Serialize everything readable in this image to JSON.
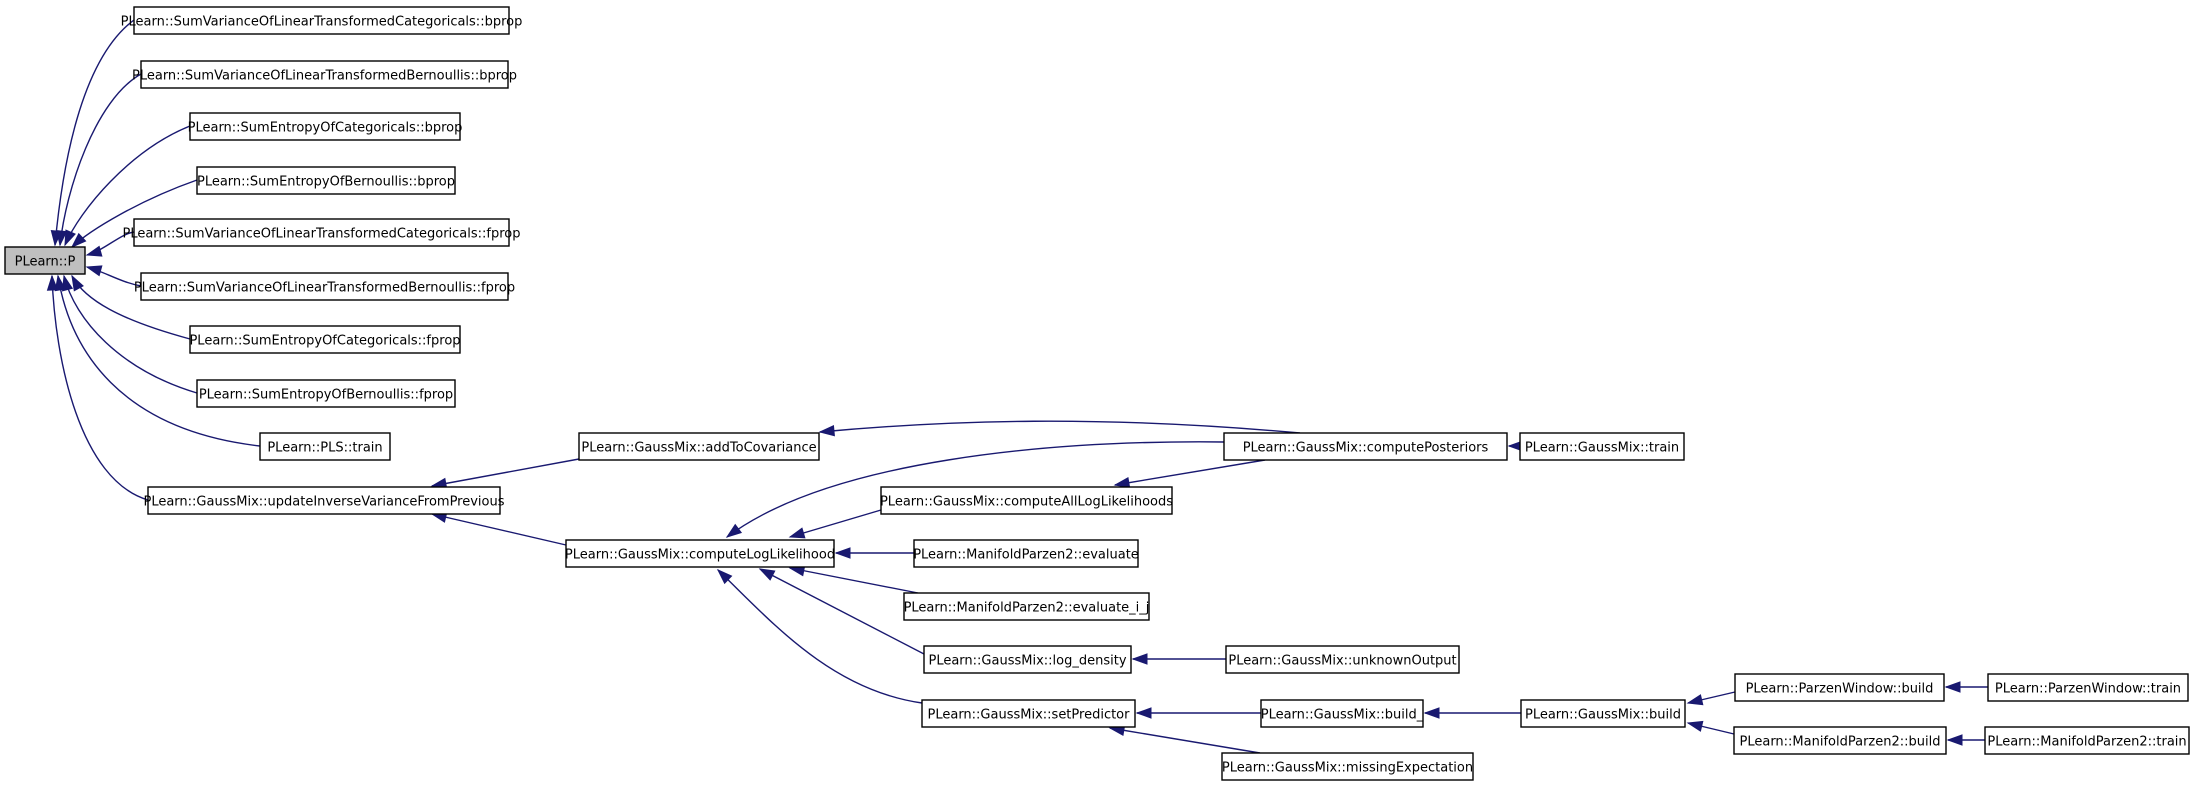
{
  "graph": {
    "edge_color": "#191970",
    "root_fill": "#bfbfbf",
    "nodes": [
      {
        "id": "n0",
        "label": "PLearn::P",
        "root": true
      },
      {
        "id": "n1",
        "label": "PLearn::SumVarianceOfLinearTransformedCategoricals::bprop"
      },
      {
        "id": "n2",
        "label": "PLearn::SumVarianceOfLinearTransformedBernoullis::bprop"
      },
      {
        "id": "n3",
        "label": "PLearn::SumEntropyOfCategoricals::bprop"
      },
      {
        "id": "n4",
        "label": "PLearn::SumEntropyOfBernoullis::bprop"
      },
      {
        "id": "n5",
        "label": "PLearn::SumVarianceOfLinearTransformedCategoricals::fprop"
      },
      {
        "id": "n6",
        "label": "PLearn::SumVarianceOfLinearTransformedBernoullis::fprop"
      },
      {
        "id": "n7",
        "label": "PLearn::SumEntropyOfCategoricals::fprop"
      },
      {
        "id": "n8",
        "label": "PLearn::SumEntropyOfBernoullis::fprop"
      },
      {
        "id": "n9",
        "label": "PLearn::PLS::train"
      },
      {
        "id": "n10",
        "label": "PLearn::GaussMix::updateInverseVarianceFromPrevious"
      },
      {
        "id": "n11",
        "label": "PLearn::GaussMix::addToCovariance"
      },
      {
        "id": "n12",
        "label": "PLearn::GaussMix::computeLogLikelihood"
      },
      {
        "id": "n13",
        "label": "PLearn::GaussMix::computePosteriors"
      },
      {
        "id": "n14",
        "label": "PLearn::GaussMix::computeAllLogLikelihoods"
      },
      {
        "id": "n15",
        "label": "PLearn::ManifoldParzen2::evaluate"
      },
      {
        "id": "n16",
        "label": "PLearn::ManifoldParzen2::evaluate_i_j"
      },
      {
        "id": "n17",
        "label": "PLearn::GaussMix::log_density"
      },
      {
        "id": "n18",
        "label": "PLearn::GaussMix::setPredictor"
      },
      {
        "id": "n19",
        "label": "PLearn::GaussMix::train"
      },
      {
        "id": "n20",
        "label": "PLearn::GaussMix::unknownOutput"
      },
      {
        "id": "n21",
        "label": "PLearn::GaussMix::build_"
      },
      {
        "id": "n22",
        "label": "PLearn::GaussMix::missingExpectation"
      },
      {
        "id": "n23",
        "label": "PLearn::GaussMix::build"
      },
      {
        "id": "n24",
        "label": "PLearn::ParzenWindow::build"
      },
      {
        "id": "n25",
        "label": "PLearn::ManifoldParzen2::build"
      },
      {
        "id": "n26",
        "label": "PLearn::ParzenWindow::train"
      },
      {
        "id": "n27",
        "label": "PLearn::ManifoldParzen2::train"
      }
    ],
    "edges": [
      {
        "from": "n1",
        "to": "n0"
      },
      {
        "from": "n2",
        "to": "n0"
      },
      {
        "from": "n3",
        "to": "n0"
      },
      {
        "from": "n4",
        "to": "n0"
      },
      {
        "from": "n5",
        "to": "n0"
      },
      {
        "from": "n6",
        "to": "n0"
      },
      {
        "from": "n7",
        "to": "n0"
      },
      {
        "from": "n8",
        "to": "n0"
      },
      {
        "from": "n9",
        "to": "n0"
      },
      {
        "from": "n10",
        "to": "n0"
      },
      {
        "from": "n11",
        "to": "n10"
      },
      {
        "from": "n12",
        "to": "n10"
      },
      {
        "from": "n13",
        "to": "n11"
      },
      {
        "from": "n13",
        "to": "n12"
      },
      {
        "from": "n14",
        "to": "n12"
      },
      {
        "from": "n15",
        "to": "n12"
      },
      {
        "from": "n16",
        "to": "n12"
      },
      {
        "from": "n17",
        "to": "n12"
      },
      {
        "from": "n18",
        "to": "n12"
      },
      {
        "from": "n19",
        "to": "n13"
      },
      {
        "from": "n13",
        "to": "n14"
      },
      {
        "from": "n20",
        "to": "n17"
      },
      {
        "from": "n21",
        "to": "n18"
      },
      {
        "from": "n22",
        "to": "n18"
      },
      {
        "from": "n23",
        "to": "n21"
      },
      {
        "from": "n24",
        "to": "n23"
      },
      {
        "from": "n25",
        "to": "n23"
      },
      {
        "from": "n26",
        "to": "n24"
      },
      {
        "from": "n27",
        "to": "n25"
      }
    ]
  }
}
